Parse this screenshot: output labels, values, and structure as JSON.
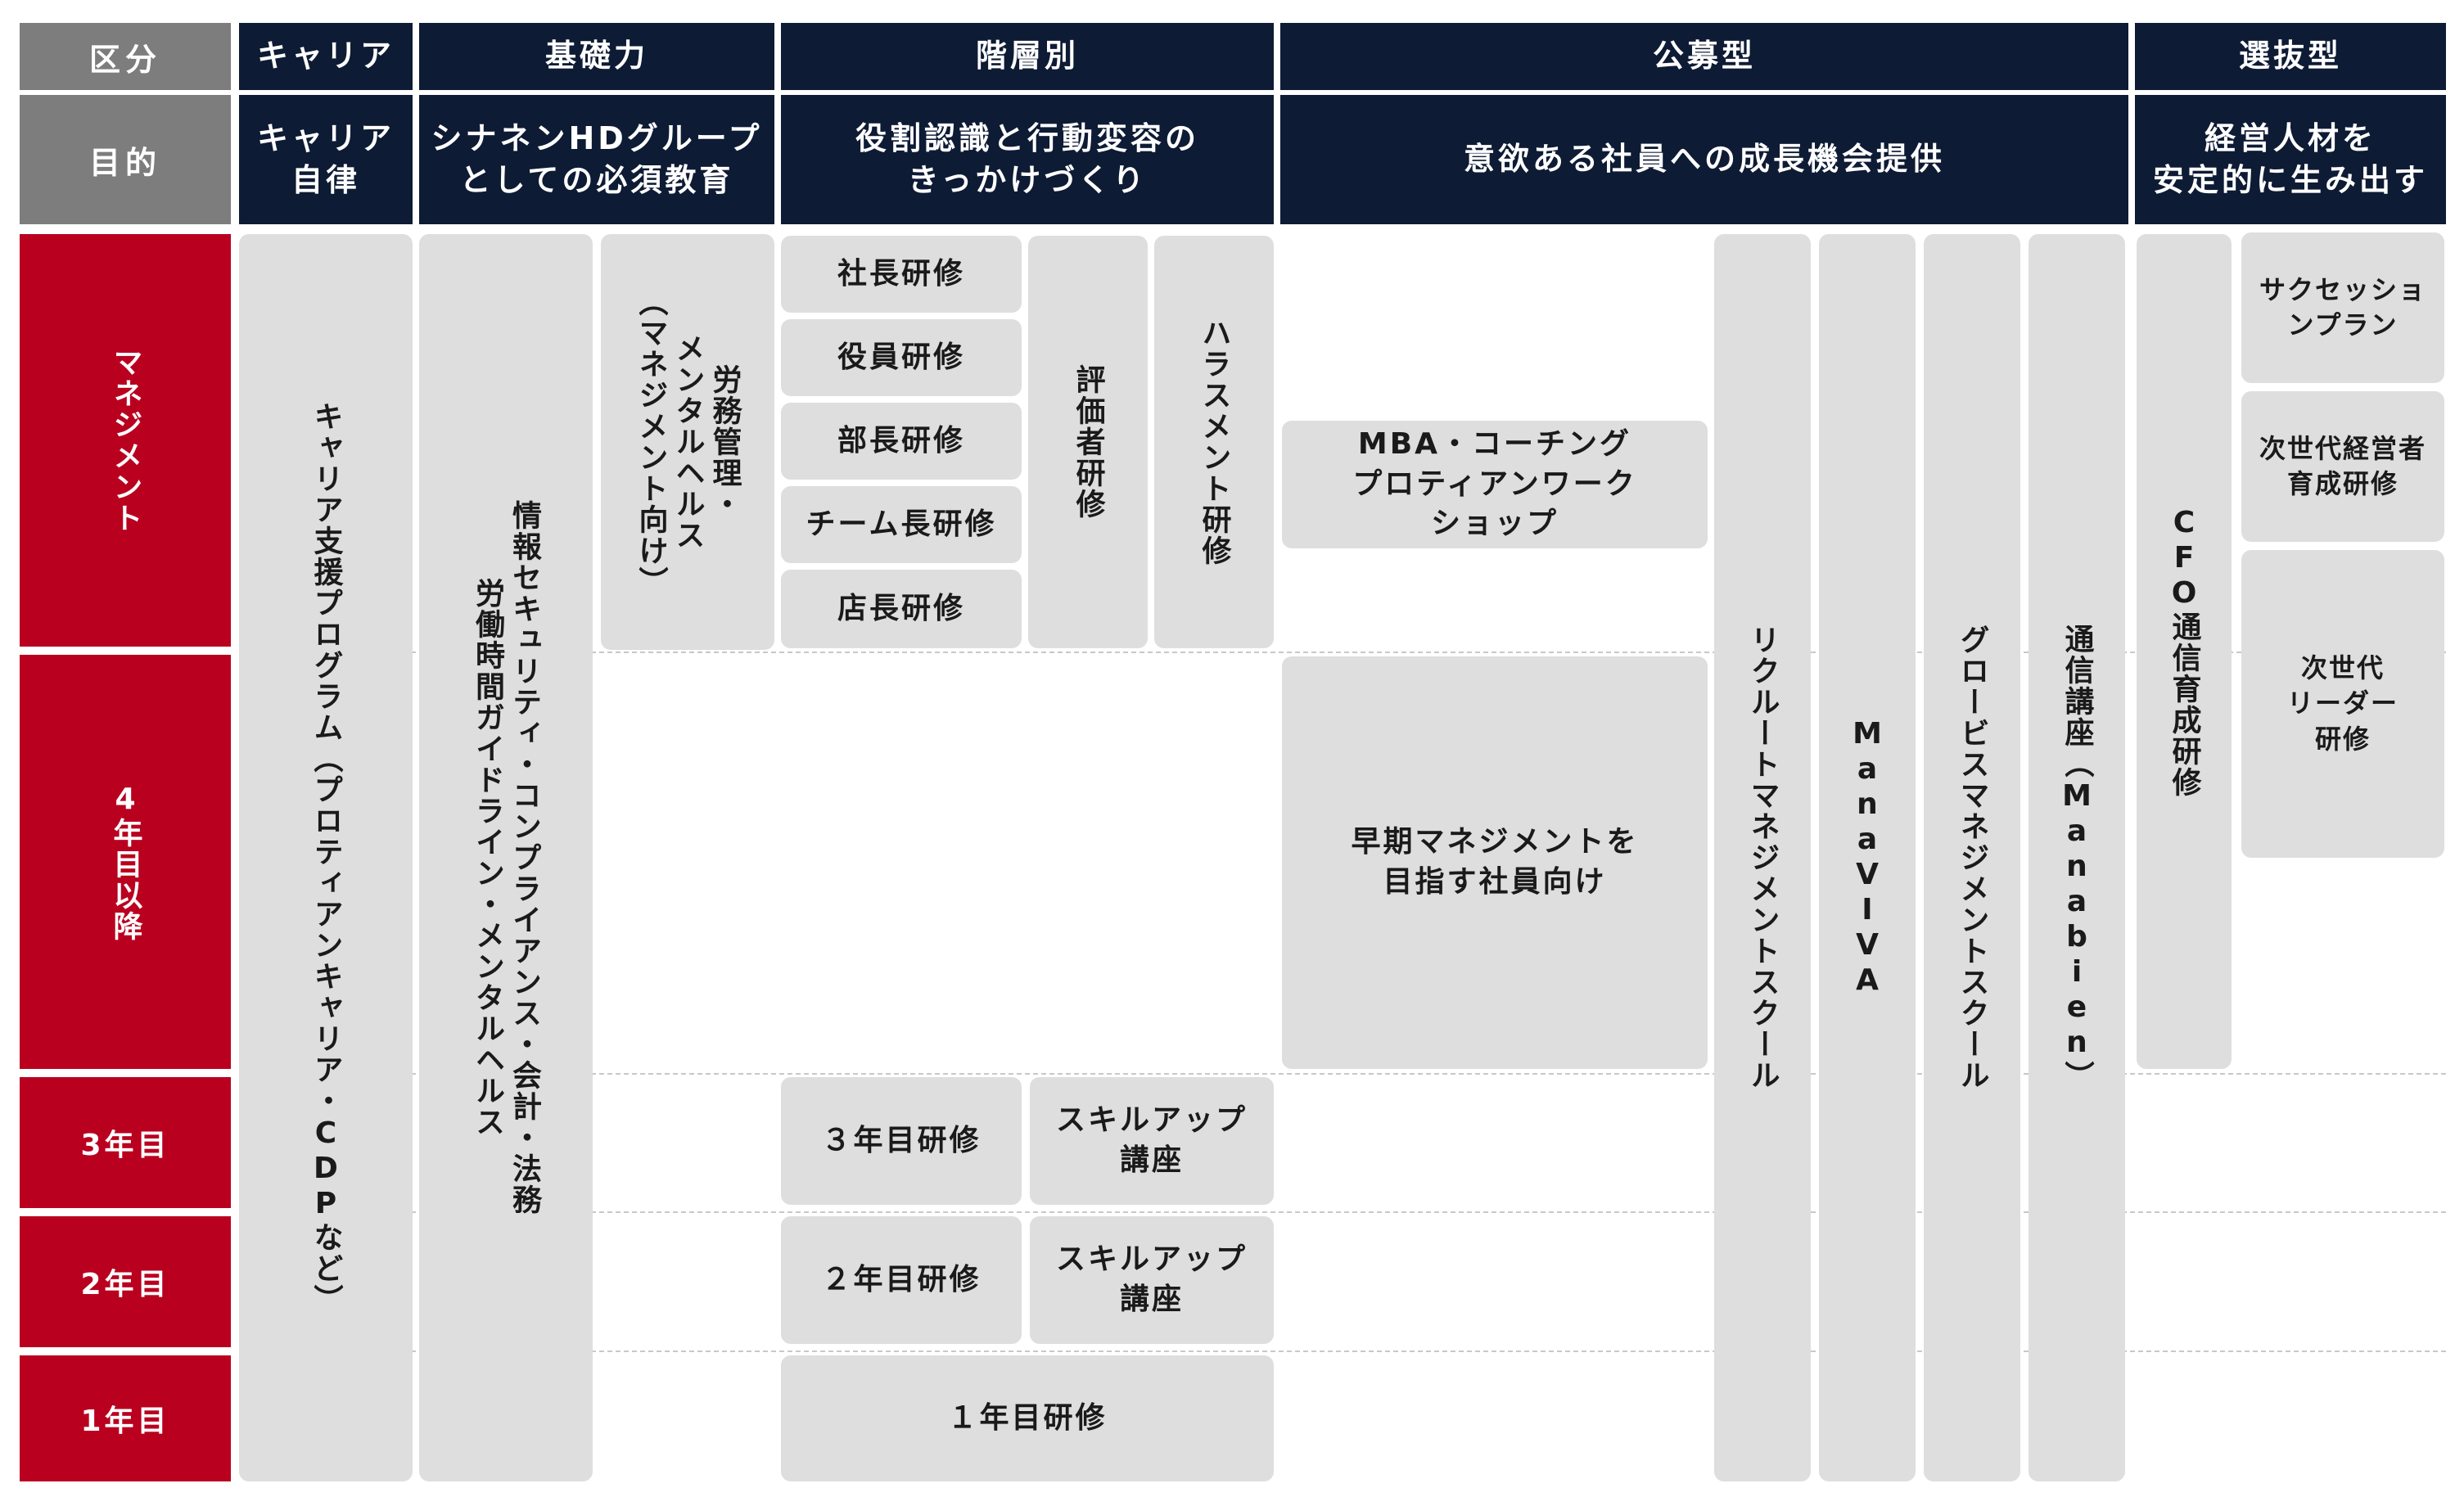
{
  "header": {
    "category_label": "区分",
    "purpose_label": "目的",
    "columns": [
      {
        "label": "キャリア",
        "purpose": "キャリア\n自律"
      },
      {
        "label": "基礎力",
        "purpose": "シナネンHDグループ\nとしての必須教育"
      },
      {
        "label": "階層別",
        "purpose": "役割認識と行動変容の\nきっかけづくり"
      },
      {
        "label": "公募型",
        "purpose": "意欲ある社員への成長機会提供"
      },
      {
        "label": "選抜型",
        "purpose": "経営人材を\n安定的に生み出す"
      }
    ]
  },
  "rows": [
    "マネジメント",
    "4年目以降",
    "3年目",
    "2年目",
    "1年目"
  ],
  "programs": {
    "career_support": "キャリア支援プログラム（プロティアンキャリア・CDPなど）",
    "info_security": "情報セキュリティ・コンプライアンス・会計・法務\n労働時間ガイドライン・メンタルヘルス",
    "labor_mgmt": "労務管理・\nメンタルヘルス\n（マネジメント向け）",
    "president": "社長研修",
    "executive": "役員研修",
    "dept_head": "部長研修",
    "team_lead": "チーム長研修",
    "store_mgr": "店長研修",
    "evaluator": "評価者研修",
    "harassment": "ハラスメント研修",
    "mba": "MBA・コーチング\nプロティアンワーク\nショップ",
    "early_mgmt": "早期マネジメントを\n目指す社員向け",
    "recruit": "リクルートマネジメントスクール",
    "manaviva": "ManaVIVA",
    "globis": "グロービスマネジメントスクール",
    "correspondence": "通信講座（Manabien）",
    "cfo": "CFO通信育成研修",
    "succession": "サクセッショ\nンプラン",
    "next_exec": "次世代経営者\n育成研修",
    "next_leader": "次世代\nリーダー\n研修",
    "y3": "３年目研修",
    "skillup_3": "スキルアップ\n講座",
    "y2": "２年目研修",
    "skillup_2": "スキルアップ\n講座",
    "y1": "１年目研修"
  }
}
